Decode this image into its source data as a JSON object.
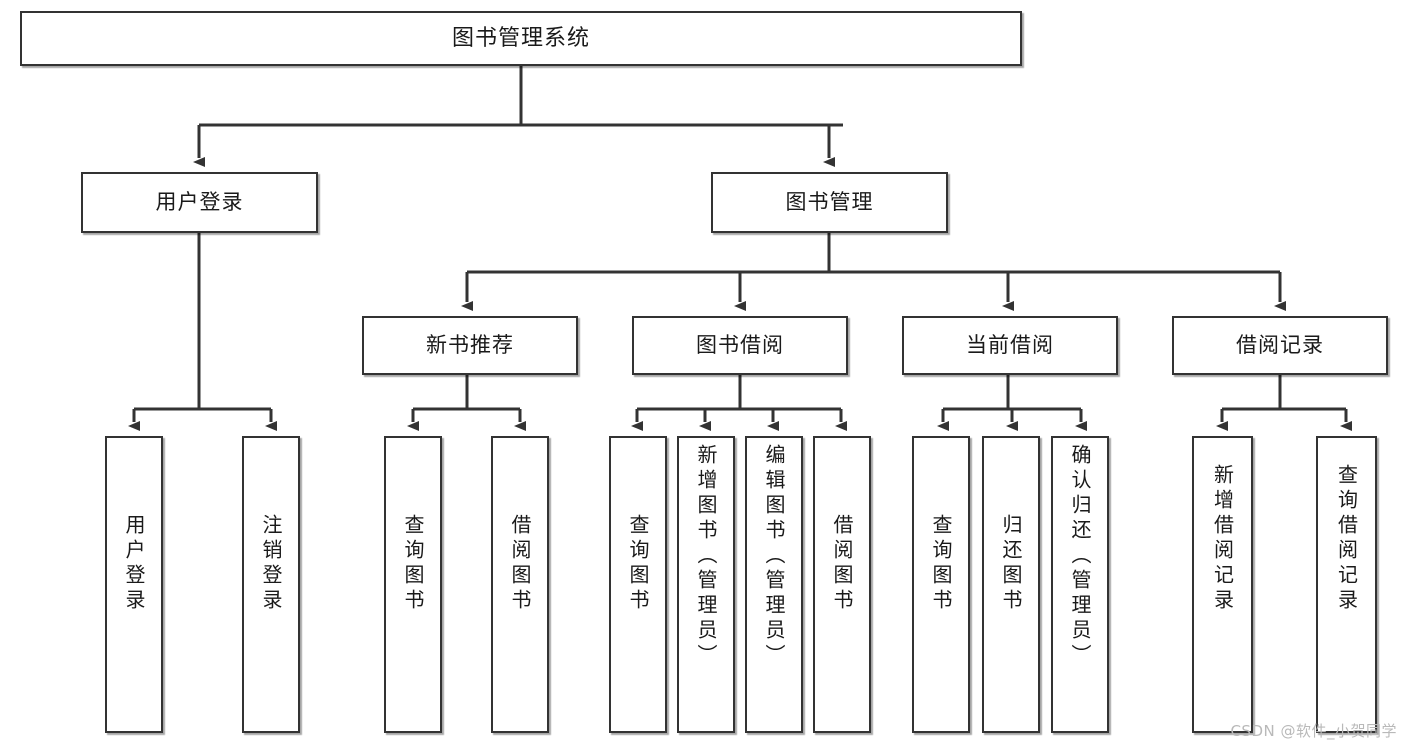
{
  "diagram": {
    "type": "tree",
    "title": "图书管理系统",
    "watermark": "CSDN @软件_小贺同学",
    "colors": {
      "border": "#333333",
      "background": "#ffffff",
      "text": "#1a1a1a",
      "watermark": "#b9b9b9"
    },
    "root": {
      "label": "图书管理系统"
    },
    "level2": [
      {
        "label": "用户登录"
      },
      {
        "label": "图书管理"
      }
    ],
    "level3": [
      {
        "label": "新书推荐"
      },
      {
        "label": "图书借阅"
      },
      {
        "label": "当前借阅"
      },
      {
        "label": "借阅记录"
      }
    ],
    "leaves": {
      "user_login": [
        {
          "label": "用户登录"
        },
        {
          "label": "注销登录"
        }
      ],
      "new_book": [
        {
          "label": "查询图书"
        },
        {
          "label": "借阅图书"
        }
      ],
      "borrow_book": [
        {
          "label": "查询图书"
        },
        {
          "label": "新增图书（管理员）"
        },
        {
          "label": "编辑图书（管理员）"
        },
        {
          "label": "借阅图书"
        }
      ],
      "current_borrow": [
        {
          "label": "查询图书"
        },
        {
          "label": "归还图书"
        },
        {
          "label": "确认归还（管理员）"
        }
      ],
      "borrow_record": [
        {
          "label": "新增借阅记录"
        },
        {
          "label": "查询借阅记录"
        }
      ]
    }
  }
}
